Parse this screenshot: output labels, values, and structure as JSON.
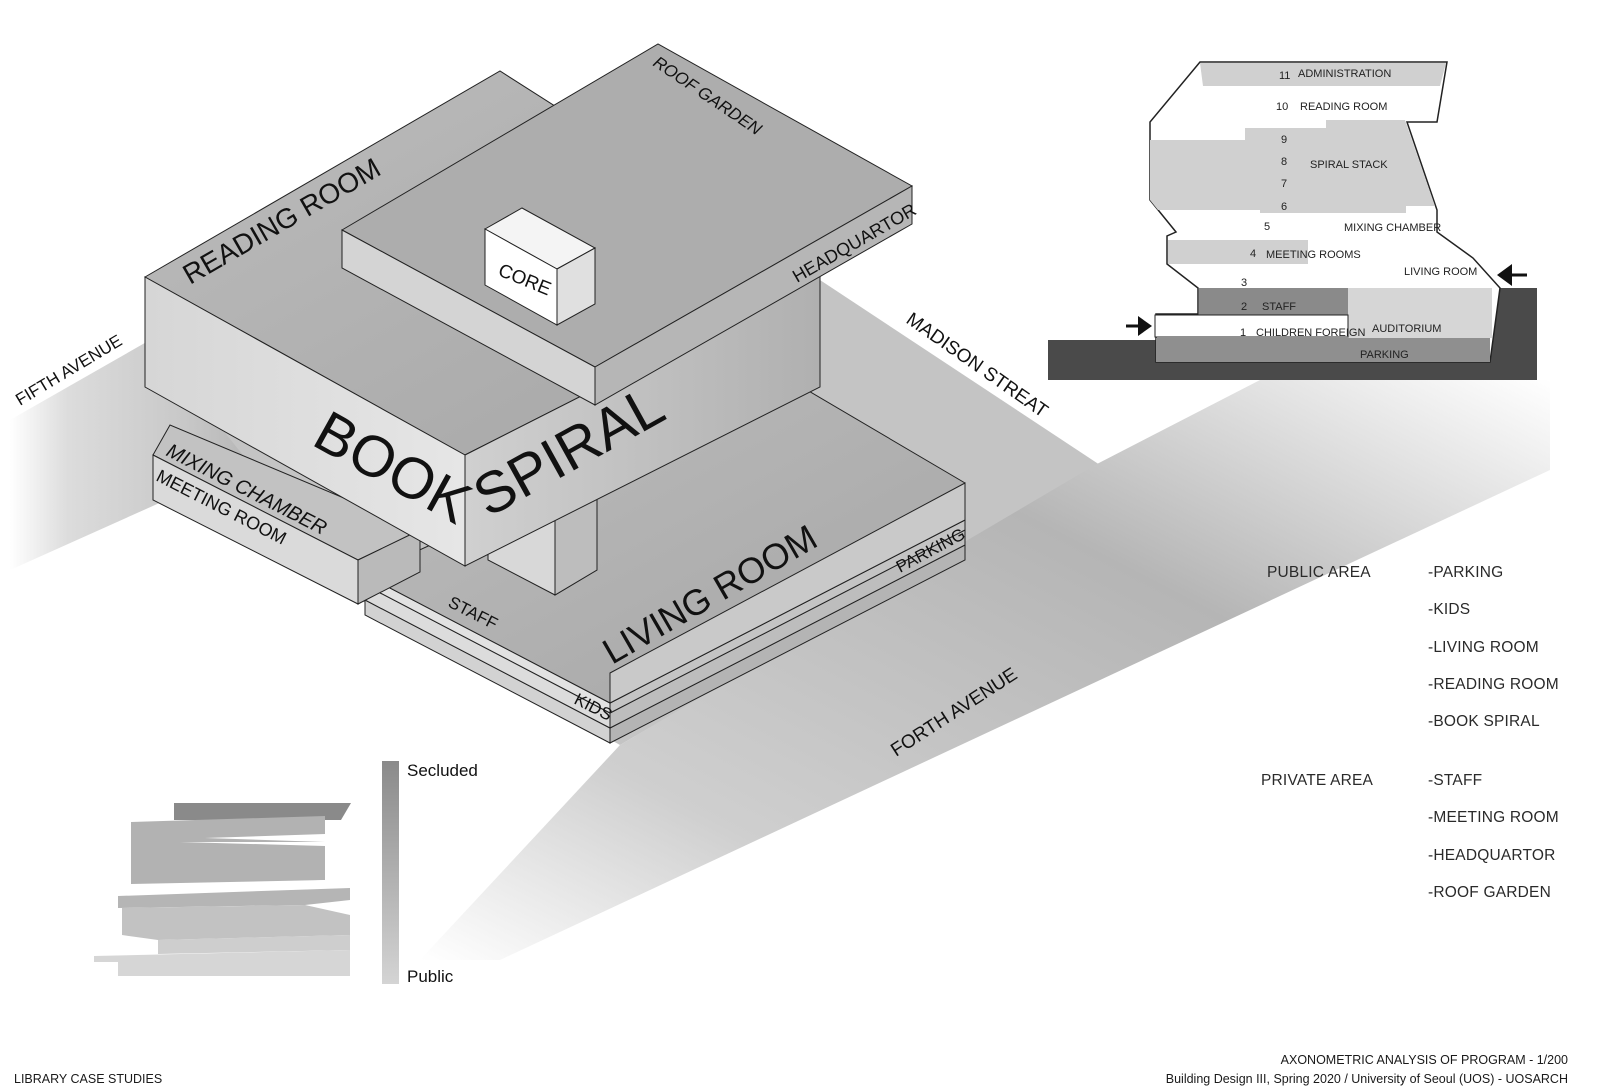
{
  "axonometric": {
    "streets": {
      "fifth_avenue": "FIFTH AVENUE",
      "madison_street": "MADISON STREAT",
      "forth_avenue": "FORTH AVENUE"
    },
    "labels": {
      "roof_garden": "ROOF GARDEN",
      "headquartor": "HEADQUARTOR",
      "reading_room": "READING ROOM",
      "core": "CORE",
      "book": "BOOK",
      "spiral": "SPIRAL",
      "mixing_chamber": "MIXING CHAMBER",
      "meeting_room": "MEETING ROOM",
      "staff": "STAFF",
      "living_room": "LIVING ROOM",
      "parking": "PARKING",
      "kids": "KIDS"
    }
  },
  "section": {
    "floors": [
      {
        "num": "11",
        "name": "ADMINISTRATION"
      },
      {
        "num": "10",
        "name": "READING ROOM"
      },
      {
        "num": "9",
        "name": ""
      },
      {
        "num": "8",
        "name": "SPIRAL STACK"
      },
      {
        "num": "7",
        "name": ""
      },
      {
        "num": "6",
        "name": ""
      },
      {
        "num": "5",
        "name": "MIXING CHAMBER"
      },
      {
        "num": "4",
        "name": "MEETING ROOMS"
      },
      {
        "num": "3",
        "name": "LIVING ROOM"
      },
      {
        "num": "2",
        "name": "STAFF"
      },
      {
        "num": "1",
        "name": "CHILDREN FOREIGN"
      }
    ],
    "auditorium": "AUDITORIUM",
    "parking": "PARKING"
  },
  "scale": {
    "top": "Secluded",
    "bottom": "Public"
  },
  "legend": {
    "public_area": {
      "title": "PUBLIC AREA",
      "items": [
        "-PARKING",
        "-KIDS",
        "-LIVING ROOM",
        "-READING ROOM",
        "-BOOK SPIRAL"
      ]
    },
    "private_area": {
      "title": "PRIVATE AREA",
      "items": [
        "-STAFF",
        "-MEETING ROOM",
        "-HEADQUARTOR",
        "-ROOF GARDEN"
      ]
    }
  },
  "footer": {
    "left": "LIBRARY CASE STUDIES",
    "right_title": "AXONOMETRIC ANALYSIS OF PROGRAM - 1/200",
    "right_credit": "Building Design III, Spring 2020 / University of Seoul (UOS) - UOSARCH"
  }
}
